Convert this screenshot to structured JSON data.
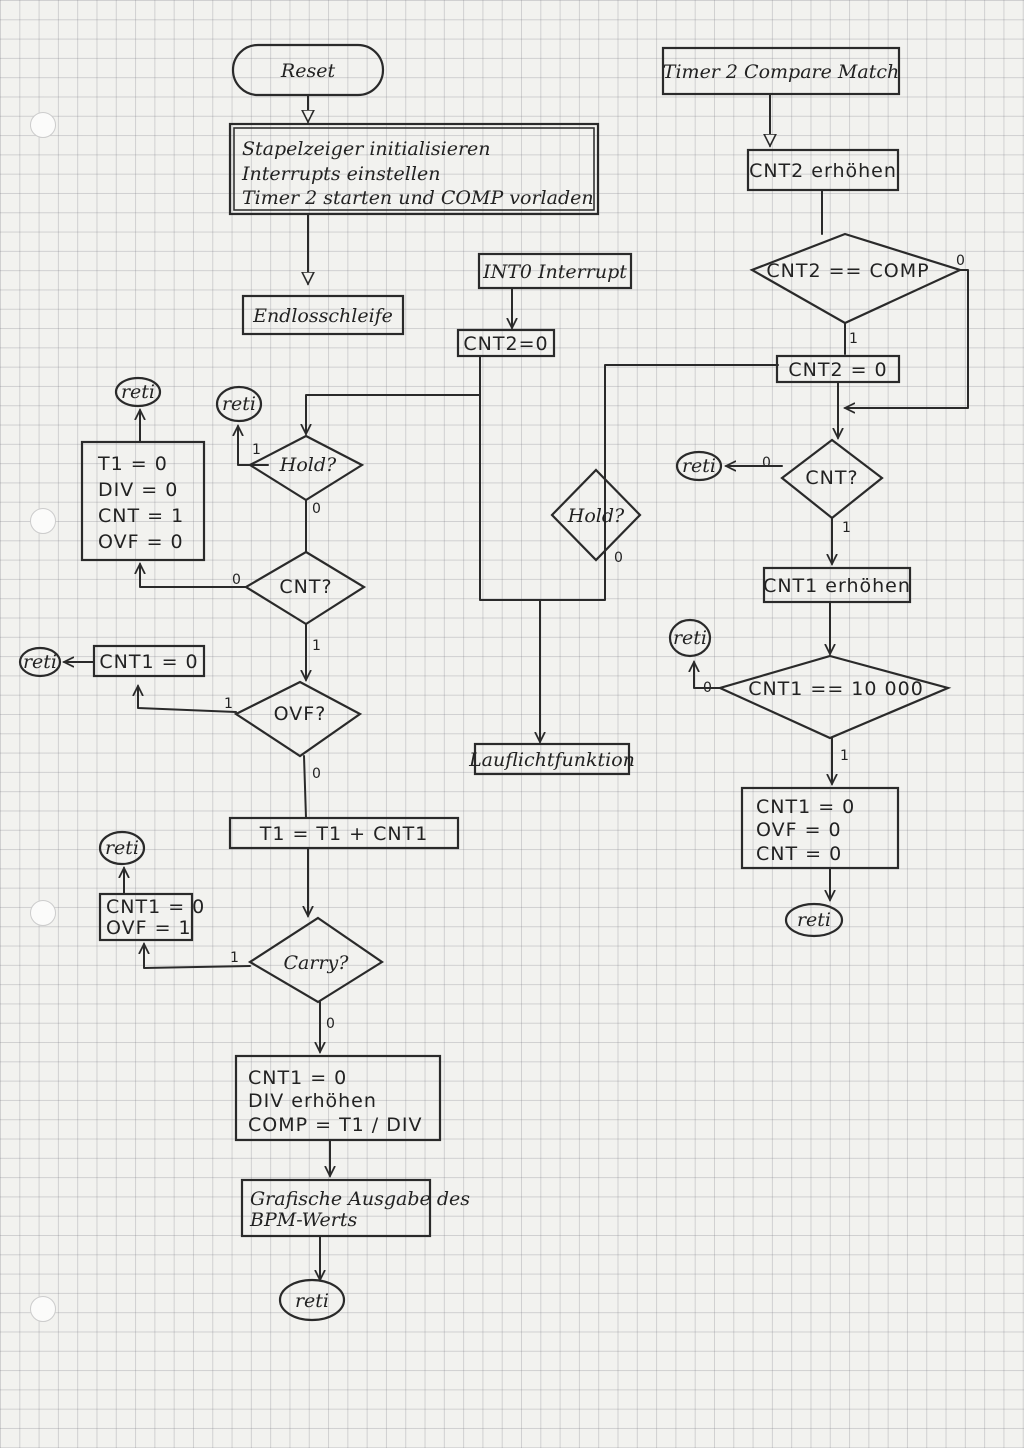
{
  "reset": "Reset",
  "init": {
    "line1": "Stapelzeiger initialisieren",
    "line2": "Interrupts einstellen",
    "line3": "Timer 2 starten und COMP vorladen"
  },
  "endless_loop": "Endlosschleife",
  "int0": {
    "title": "INT0 Interrupt",
    "reset_cnt2": "CNT2=0",
    "hold": "Hold?",
    "hold_0": "0",
    "lauflicht": "Lauflichtfunktion"
  },
  "timer2": {
    "title": "Timer 2 Compare Match",
    "inc_cnt2": "CNT2 erhöhen",
    "cmp": "CNT2 == COMP",
    "cmp_1": "1",
    "cmp_0": "0",
    "reset_cnt2": "CNT2 = 0",
    "cnt_q": "CNT?",
    "cnt_0": "0",
    "cnt_1": "1",
    "reti_a": "reti",
    "inc_cnt1": "CNT1 erhöhen",
    "cnt1_cmp": "CNT1 == 10 000",
    "cnt1_0": "0",
    "cnt1_1": "1",
    "reti_b": "reti",
    "final_l1": "CNT1 = 0",
    "final_l2": "OVF = 0",
    "final_l3": "CNT = 0",
    "reti_c": "reti"
  },
  "main": {
    "reti_top": "reti",
    "hold": "Hold?",
    "hold_1": "1",
    "hold_0": "0",
    "reti_left": "reti",
    "init_box": {
      "l1": "T1 = 0",
      "l2": "DIV = 0",
      "l3": "CNT = 1",
      "l4": "OVF = 0"
    },
    "cnt_q": "CNT?",
    "cnt_0": "0",
    "cnt_1": "1",
    "reti_cnt1": "reti",
    "cnt1_zero": "CNT1 = 0",
    "ovf_q": "OVF?",
    "ovf_1": "1",
    "ovf_0": "0",
    "t1_sum": "T1 = T1 + CNT1",
    "reti_carry": "reti",
    "carry_box": {
      "l1": "CNT1 = 0",
      "l2": "OVF = 1"
    },
    "carry_q": "Carry?",
    "carry_1": "1",
    "carry_0": "0",
    "calc_box": {
      "l1": "CNT1 = 0",
      "l2": "DIV erhöhen",
      "l3": "COMP = T1 / DIV"
    },
    "output": {
      "l1": "Grafische Ausgabe des",
      "l2": "BPM-Werts"
    },
    "reti_end": "reti"
  }
}
